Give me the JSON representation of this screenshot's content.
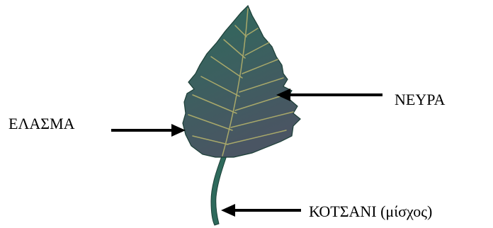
{
  "labels": {
    "blade": "ΕΛΑΣΜΑ",
    "veins": "ΝΕΥΡΑ",
    "stem": "ΚΟΤΣΑΝΙ (μίσχος)"
  },
  "colors": {
    "leaf_top": "#2e6a5c",
    "leaf_bottom": "#4a5563",
    "vein": "#a8a86a",
    "outline": "#1c3f37",
    "arrow": "#000000",
    "text": "#000000",
    "background": "#ffffff"
  }
}
